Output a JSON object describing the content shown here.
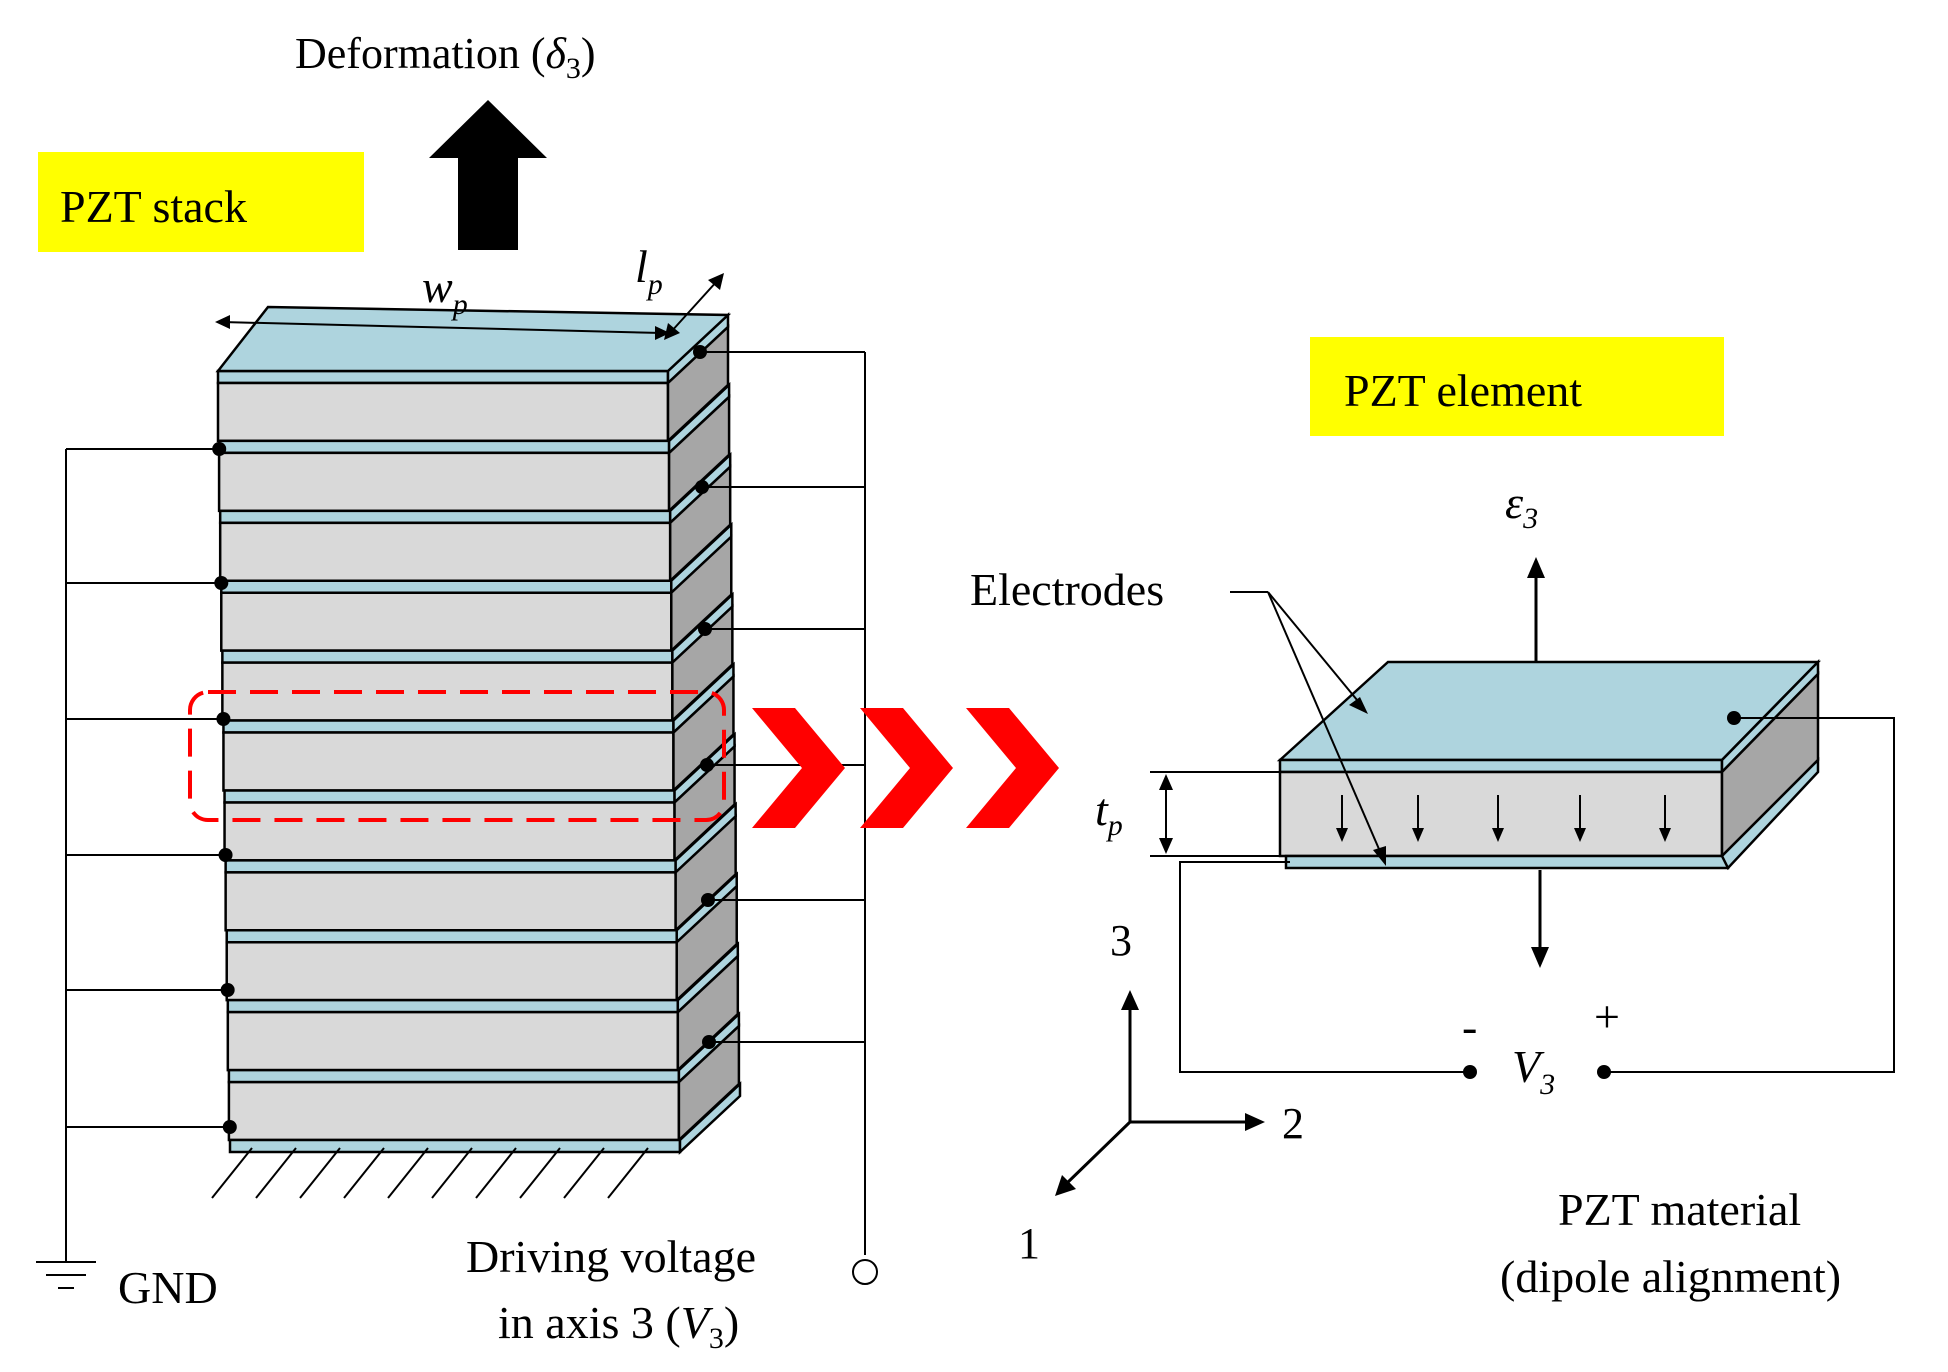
{
  "stack": {
    "badge": "PZT stack",
    "deformation_text": "Deformation (",
    "deformation_symbol": "δ",
    "deformation_sub": "3",
    "deformation_close": ")",
    "width_symbol": "w",
    "width_sub": "p",
    "length_symbol": "l",
    "length_sub": "p",
    "gnd_label": "GND",
    "drive_line1": "Driving  voltage",
    "drive_line2_pre": "in axis 3 (",
    "drive_line2_sym": "V",
    "drive_line2_sub": "3",
    "drive_line2_post": ")"
  },
  "element": {
    "badge": "PZT element",
    "strain_symbol": "ε",
    "strain_sub": "3",
    "electrodes_label": "Electrodes",
    "thickness_symbol": "t",
    "thickness_sub": "p",
    "minus": "-",
    "plus": "+",
    "voltage_symbol": "V",
    "voltage_sub": "3",
    "axis_3": "3",
    "axis_2": "2",
    "axis_1": "1",
    "material_line1": "PZT material",
    "material_line2": "(dipole alignment)"
  },
  "colors": {
    "badge": "#ffff00",
    "electrode": "#aed4de",
    "ceramic_front": "#d9d9d9",
    "ceramic_side": "#a6a6a6",
    "highlight": "#ff0000",
    "chevron": "#ff0000"
  }
}
